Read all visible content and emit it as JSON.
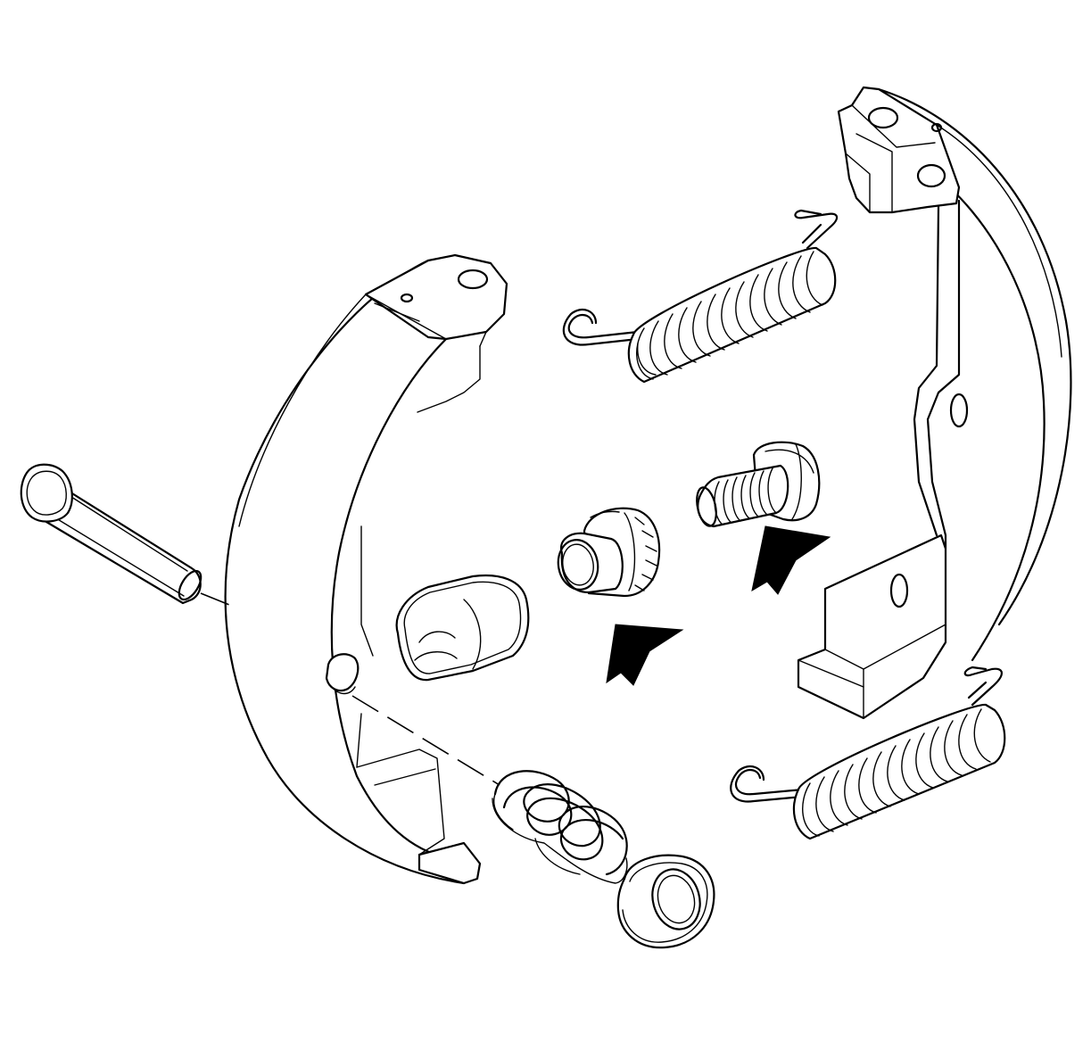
{
  "diagram": {
    "parts": [
      "left-brake-shoe",
      "right-brake-shoe",
      "hold-down-pin",
      "upper-return-spring",
      "lower-return-spring",
      "adjuster-nut",
      "adjuster-socket",
      "adjuster-screw",
      "hold-down-spring",
      "hold-down-cap"
    ],
    "callouts": [
      {
        "name": "arrow-1",
        "points_to": "adjuster-socket"
      },
      {
        "name": "arrow-2",
        "points_to": "adjuster-screw"
      }
    ],
    "colors": {
      "line": "#000000",
      "fill": "#ffffff",
      "arrow": "#000000"
    }
  }
}
